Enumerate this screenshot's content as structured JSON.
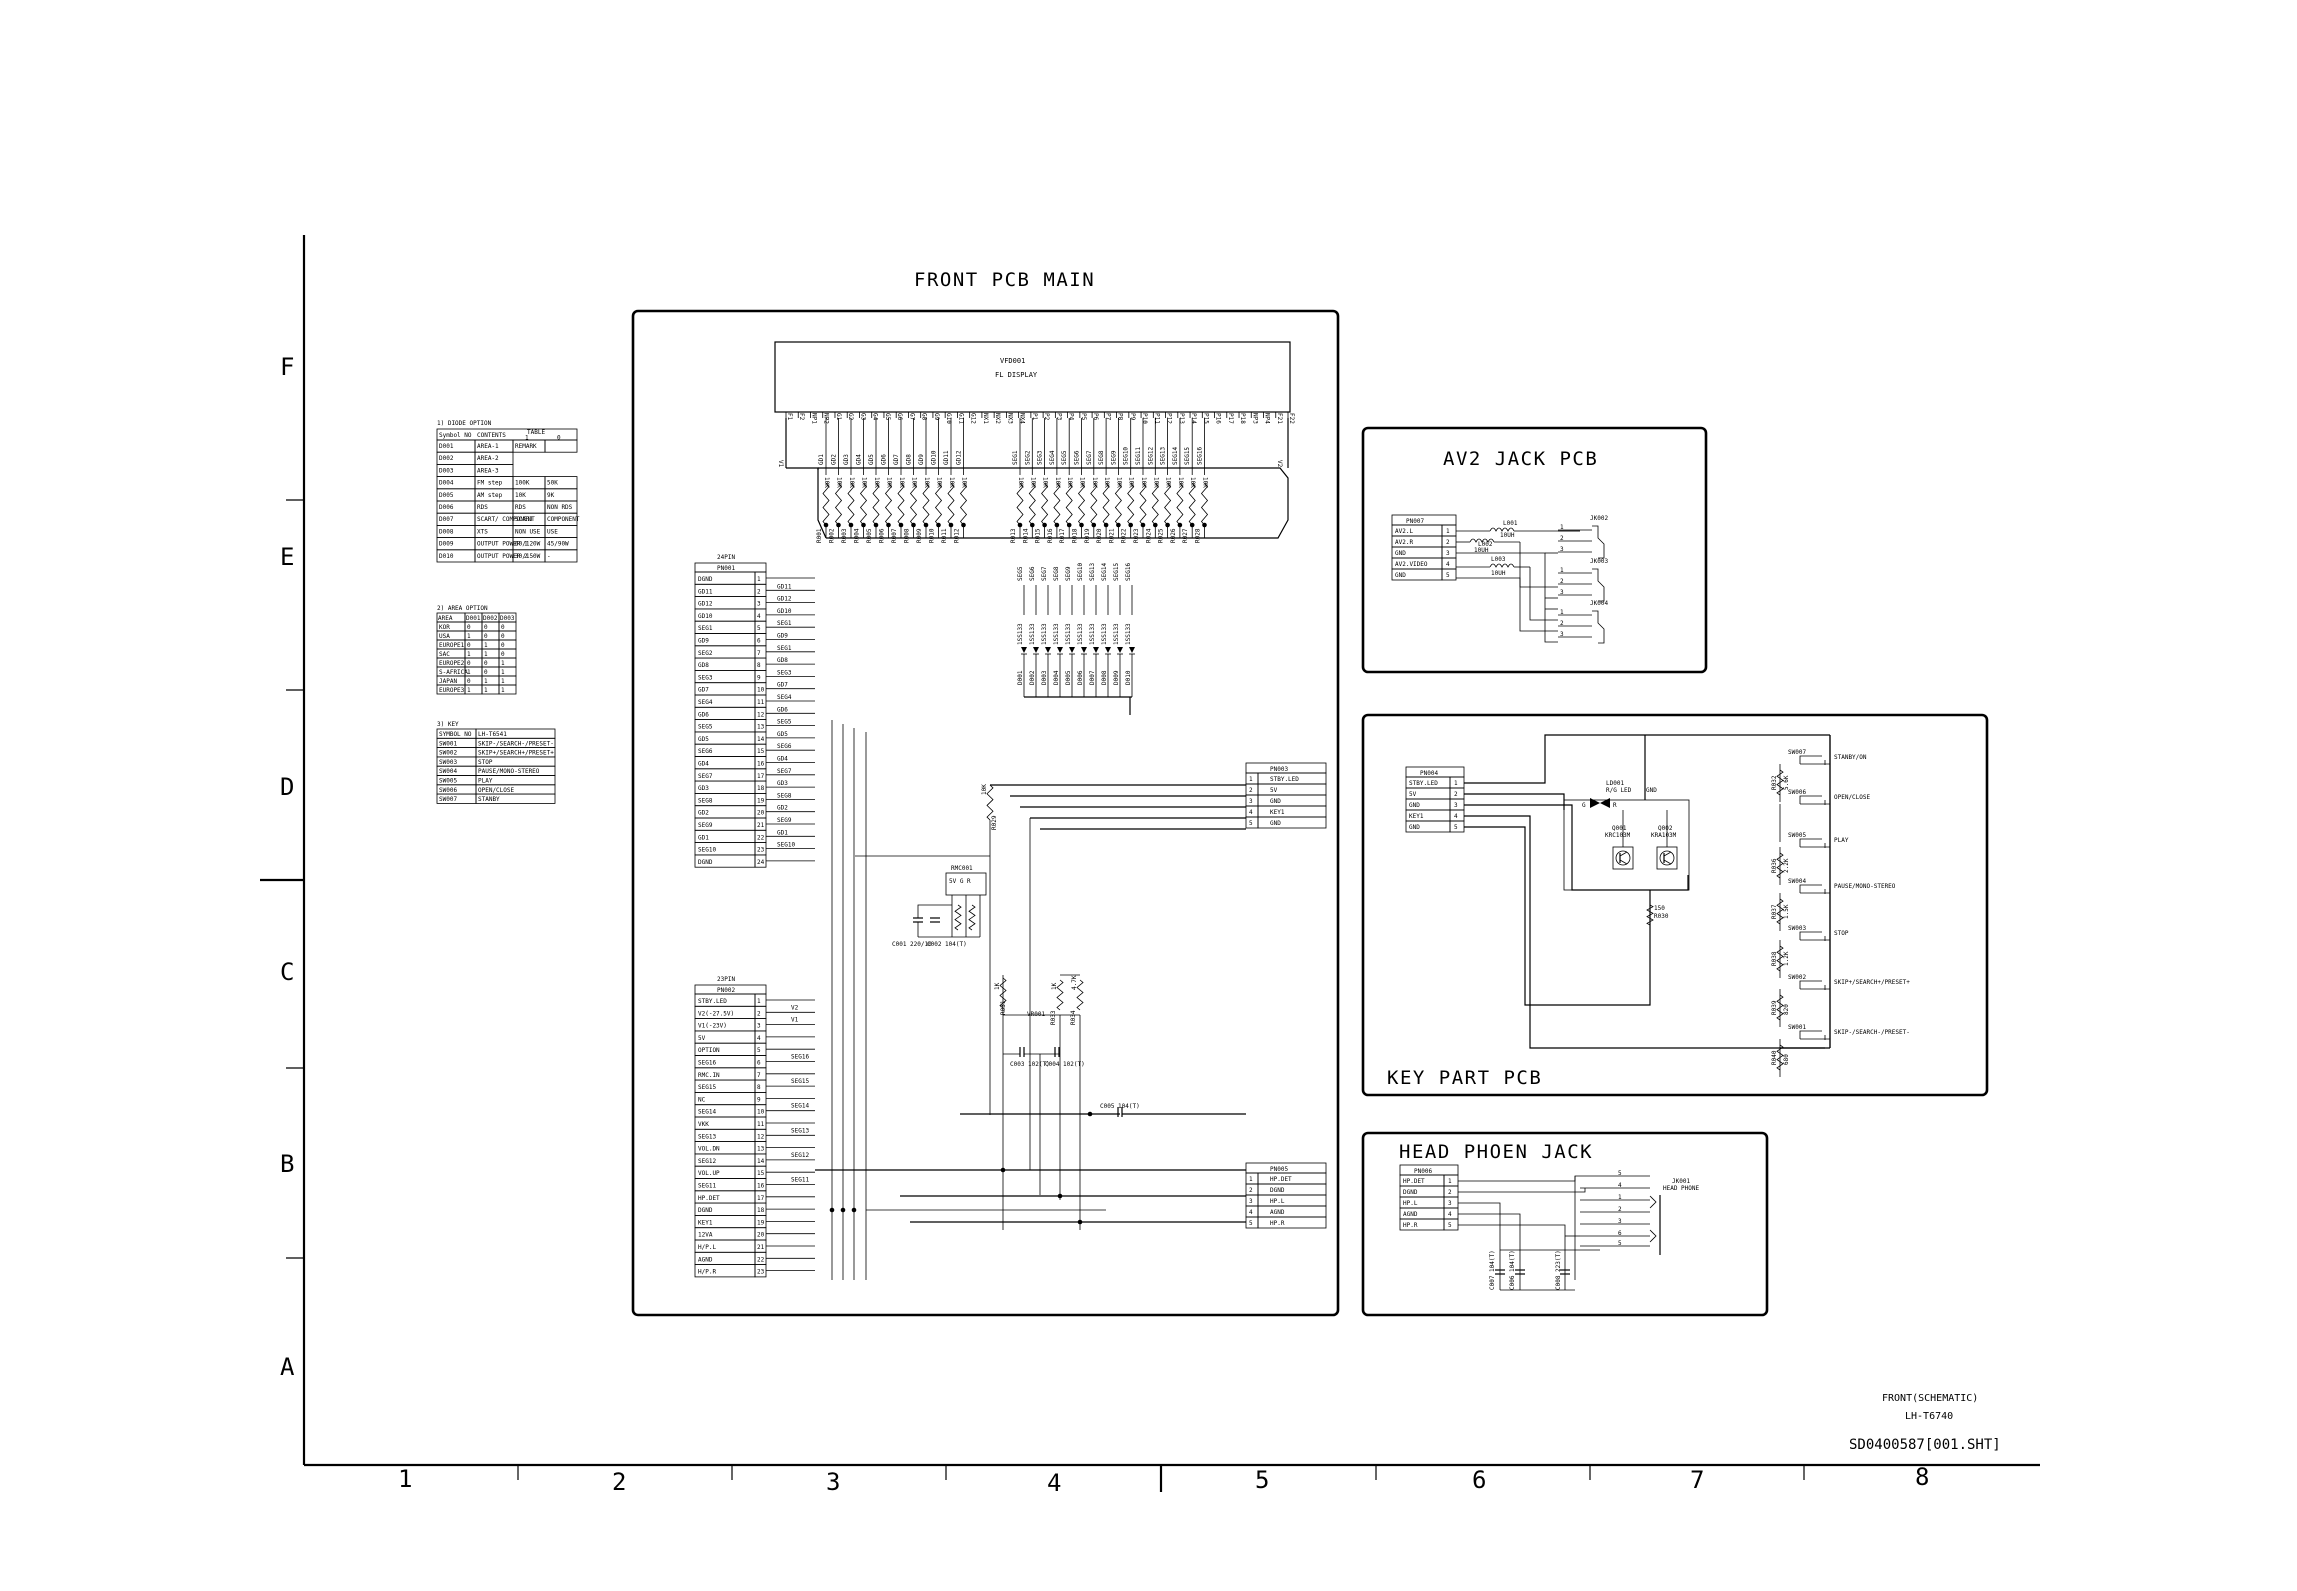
{
  "sheet": {
    "row_labels": [
      "F",
      "E",
      "D",
      "C",
      "B",
      "A"
    ],
    "col_labels": [
      "1",
      "2",
      "3",
      "4",
      "5",
      "6",
      "7",
      "8"
    ],
    "title_block": {
      "line1": "FRONT(SCHEMATIC)",
      "line2": "LH-T6740",
      "drawing_no": "SD0400587[001.SHT]"
    }
  },
  "option_tables": {
    "diode": {
      "title": "1) DIODE OPTION",
      "headers": [
        "Symbol NO",
        "CONTENTS",
        "TABLE"
      ],
      "subheaders": [
        "1",
        "0"
      ],
      "rows": [
        [
          "D001",
          "AREA-1",
          "REMARK",
          ""
        ],
        [
          "D002",
          "AREA-2",
          "",
          ""
        ],
        [
          "D003",
          "AREA-3",
          "",
          ""
        ],
        [
          "D004",
          "FM step",
          "100K",
          "50K"
        ],
        [
          "D005",
          "AM step",
          "10K",
          "9K"
        ],
        [
          "D006",
          "RDS",
          "RDS",
          "NON RDS"
        ],
        [
          "D007",
          "SCART/ COMPONENT",
          "SCART",
          "COMPONENT"
        ],
        [
          "D008",
          "XTS",
          "NON USE",
          "USE"
        ],
        [
          "D009",
          "OUTPUT POWER 1",
          "60/120W",
          "45/90W"
        ],
        [
          "D010",
          "OUTPUT POWER 2",
          "30/150W",
          "-"
        ]
      ]
    },
    "area": {
      "title": "2) AREA OPTION",
      "headers": [
        "AREA",
        "D001",
        "D002",
        "D003"
      ],
      "rows": [
        [
          "KOR",
          "0",
          "0",
          "0"
        ],
        [
          "USA",
          "1",
          "0",
          "0"
        ],
        [
          "EUROPE1",
          "0",
          "1",
          "0"
        ],
        [
          "SAC",
          "1",
          "1",
          "0"
        ],
        [
          "EUROPE2",
          "0",
          "0",
          "1"
        ],
        [
          "S-AFRICA",
          "1",
          "0",
          "1"
        ],
        [
          "JAPAN",
          "0",
          "1",
          "1"
        ],
        [
          "EUROPE3",
          "1",
          "1",
          "1"
        ]
      ]
    },
    "key": {
      "title": "3) KEY",
      "headers": [
        "SYMBOL NO",
        "LH-T6541"
      ],
      "rows": [
        [
          "SW001",
          "SKIP-/SEARCH-/PRESET-"
        ],
        [
          "SW002",
          "SKIP+/SEARCH+/PRESET+"
        ],
        [
          "SW003",
          "STOP"
        ],
        [
          "SW004",
          "PAUSE/MONO-STEREO"
        ],
        [
          "SW005",
          "PLAY"
        ],
        [
          "SW006",
          "OPEN/CLOSE"
        ],
        [
          "SW007",
          "STANBY"
        ]
      ]
    }
  },
  "front_main": {
    "title": "FRONT PCB MAIN",
    "vfd": {
      "ref": "VFD001",
      "label": "FL DISPLAY",
      "pins": [
        "F1",
        "F2",
        "NP1",
        "NP2",
        "G1",
        "G2",
        "G3",
        "G4",
        "G5",
        "G6",
        "G7",
        "G8",
        "G9",
        "G10",
        "G11",
        "G12",
        "NX1",
        "NX2",
        "NX3",
        "NX4",
        "P1",
        "P2",
        "P3",
        "P4",
        "P5",
        "P6",
        "P7",
        "P8",
        "P9",
        "P10",
        "P11",
        "P12",
        "P13",
        "P14",
        "P15",
        "P16",
        "P17",
        "P18",
        "NP3",
        "NP4",
        "F21",
        "F22"
      ]
    },
    "gpins": [
      "GD1",
      "GD2",
      "GD3",
      "GD4",
      "GD5",
      "GD6",
      "GD7",
      "GD8",
      "GD9",
      "GD10",
      "GD11",
      "GD12"
    ],
    "ppins": [
      "SEG1",
      "SEG2",
      "SEG3",
      "SEG4",
      "SEG5",
      "SEG6",
      "SEG7",
      "SEG8",
      "SEG9",
      "SEG10",
      "SEG11",
      "SEG12",
      "SEG13",
      "SEG14",
      "SEG15",
      "SEG16"
    ],
    "v1": "V1",
    "v2": "V2",
    "res_top_a": [
      "R001",
      "R002",
      "R003",
      "R004",
      "R005",
      "R006",
      "R007",
      "R008",
      "R009",
      "R010",
      "R011",
      "R012"
    ],
    "res_top_b": [
      "R013",
      "R014",
      "R015",
      "R016",
      "R017",
      "R018",
      "R019",
      "R020",
      "R021",
      "R022",
      "R023",
      "R024",
      "R025",
      "R026",
      "R027",
      "R028"
    ],
    "res_value": "10K",
    "diodes": [
      "D001",
      "D002",
      "D003",
      "D004",
      "D005",
      "D006",
      "D007",
      "D008",
      "D009",
      "D010"
    ],
    "diode_type": "1SS133",
    "diode_segs": [
      "SEG5",
      "SEG6",
      "SEG7",
      "SEG8",
      "SEG9",
      "SEG10",
      "SEG13",
      "SEG14",
      "SEG15",
      "SEG16"
    ],
    "pn001": {
      "title": "24PIN",
      "ref": "PN001",
      "pins": [
        "DGND",
        "GD11",
        "GD12",
        "GD10",
        "SEG1",
        "GD9",
        "SEG2",
        "GD8",
        "SEG3",
        "GD7",
        "SEG4",
        "GD6",
        "SEG5",
        "GD5",
        "SEG6",
        "GD4",
        "SEG7",
        "GD3",
        "SEG8",
        "GD2",
        "SEG9",
        "GD1",
        "SEG10",
        "DGND"
      ],
      "net_labels": [
        "GD11",
        "GD12",
        "GD10",
        "SEG1",
        "GD9",
        "SEG1",
        "GD8",
        "SEG3",
        "GD7",
        "SEG4",
        "GD6",
        "SEG5",
        "GD5",
        "SEG6",
        "GD4",
        "SEG7",
        "GD3",
        "SEG8",
        "GD2",
        "SEG9",
        "GD1",
        "SEG10"
      ]
    },
    "pn002": {
      "title": "23PIN",
      "ref": "PN002",
      "pins": [
        "STBY.LED",
        "V2(-27.5V)",
        "V1(-23V)",
        "5V",
        "OPTION",
        "SEG16",
        "RMC.IN",
        "SEG15",
        "NC",
        "SEG14",
        "VKK",
        "SEG13",
        "VOL.DN",
        "SEG12",
        "VOL.UP",
        "SEG11",
        "HP.DET",
        "DGND",
        "KEY1",
        "12VA",
        "H/P.L",
        "AGND",
        "H/P.R"
      ],
      "net_labels": [
        "V2",
        "V1",
        "SEG16",
        "SEG15",
        "SEG14",
        "SEG13",
        "SEG12",
        "SEG11"
      ]
    },
    "pn003": {
      "ref": "PN003",
      "pins": [
        "STBY.LED",
        "5V",
        "GND",
        "KEY1",
        "GND"
      ]
    },
    "pn005": {
      "ref": "PN005",
      "pins": [
        "HP.DET",
        "DGND",
        "HP.L",
        "AGND",
        "HP.R"
      ]
    },
    "rmc": {
      "ref": "RMC001",
      "pins": "5V G R"
    },
    "c001": "C001 220/10",
    "c002": "C002 104(T)",
    "c003": "C003 102(T)",
    "c004": "C004 102(T)",
    "c005": "C005 104(T)",
    "r029": "R029",
    "r029v": "10K",
    "r031": "R031",
    "r031v": "1K",
    "r033": "R033",
    "r033v": "1K",
    "r034": "R034",
    "r034v": "4.7K",
    "vr001": "VR001"
  },
  "av2": {
    "title": "AV2 JACK PCB",
    "pn": {
      "ref": "PN007",
      "pins": [
        "AV2.L",
        "AV2.R",
        "GND",
        "AV2.VIDEO",
        "GND"
      ]
    },
    "l001": "L001",
    "l002": "L002",
    "l003": "L003",
    "lval": "10UH",
    "jacks": [
      "JK002",
      "JK003",
      "JK004"
    ]
  },
  "key_part": {
    "title": "KEY PART PCB",
    "pn": {
      "ref": "PN004",
      "pins": [
        "STBY.LED",
        "5V",
        "GND",
        "KEY1",
        "GND"
      ]
    },
    "led": {
      "ref": "LD001",
      "label": "R/G LED",
      "gnd": "GND",
      "g": "G",
      "r": "R"
    },
    "q1": {
      "ref": "Q001",
      "type": "KRC103M"
    },
    "q2": {
      "ref": "Q002",
      "type": "KRA103M"
    },
    "r030": {
      "ref": "R030",
      "val": "150"
    },
    "switches": [
      {
        "sw": "SW007",
        "label": "STANBY/ON",
        "r": "R032",
        "rv": "5.6K"
      },
      {
        "sw": "SW006",
        "label": "OPEN/CLOSE",
        "r": "",
        "rv": ""
      },
      {
        "sw": "SW005",
        "label": "PLAY",
        "r": "R036",
        "rv": "2.2K"
      },
      {
        "sw": "SW004",
        "label": "PAUSE/MONO-STEREO",
        "r": "R037",
        "rv": "1.5K"
      },
      {
        "sw": "SW003",
        "label": "STOP",
        "r": "R038",
        "rv": "1.2K"
      },
      {
        "sw": "SW002",
        "label": "SKIP+/SEARCH+/PRESET+",
        "r": "R039",
        "rv": "820"
      },
      {
        "sw": "SW001",
        "label": "SKIP-/SEARCH-/PRESET-",
        "r": "R040",
        "rv": "680"
      }
    ]
  },
  "headphone": {
    "title": "HEAD PHOEN JACK",
    "pn": {
      "ref": "PN006",
      "pins": [
        "HP.DET",
        "DGND",
        "HP.L",
        "AGND",
        "HP.R"
      ]
    },
    "jack": {
      "ref": "JK001",
      "label": "HEAD PHONE",
      "pins": [
        "5",
        "4",
        "1",
        "2",
        "3",
        "6",
        "5"
      ]
    },
    "caps": [
      "C007 104(T)",
      "C006 104(T)",
      "C008 223(T)"
    ]
  }
}
